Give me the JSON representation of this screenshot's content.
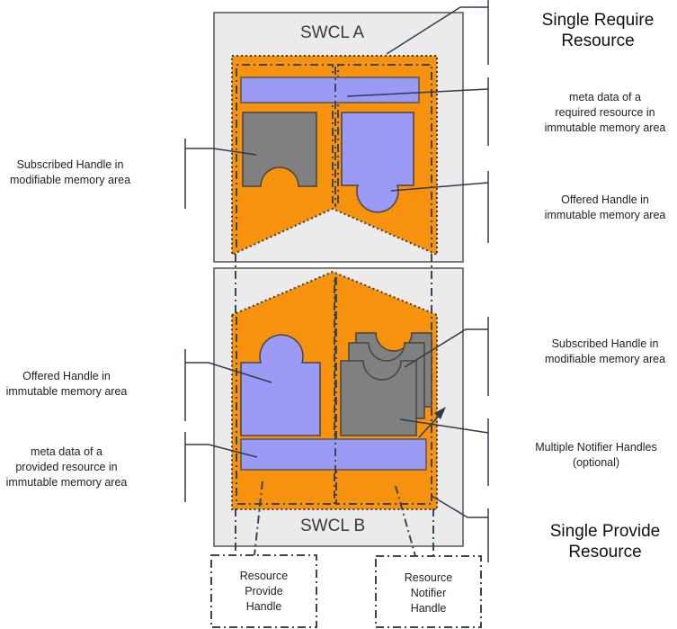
{
  "swcl_a": {
    "title": "SWCL A"
  },
  "swcl_b": {
    "title": "SWCL B"
  },
  "right_labels": {
    "single_require": [
      "Single Require",
      "Resource"
    ],
    "meta_required": [
      "meta data of a",
      "required resource in",
      "immutable memory area"
    ],
    "offered_handle_a": [
      "Offered Handle in",
      "immutable memory area"
    ],
    "subscribed_handle_b": [
      "Subscribed Handle in",
      "modifiable memory area"
    ],
    "multiple_notifier": [
      "Multiple Notifier Handles",
      "(optional)"
    ],
    "single_provide": [
      "Single Provide",
      "Resource"
    ]
  },
  "left_labels": {
    "subscribed_handle_a": [
      "Subscribed Handle in",
      "modifiable memory area"
    ],
    "offered_handle_b": [
      "Offered Handle in",
      "immutable memory area"
    ],
    "meta_provided": [
      "meta data of a",
      "provided resource in",
      "immutable memory area"
    ]
  },
  "bottom_boxes": {
    "provide_handle": [
      "Resource",
      "Provide",
      "Handle"
    ],
    "notifier_handle": [
      "Resource",
      "Notifier",
      "Handle"
    ]
  },
  "colors": {
    "orange": "#f7920f",
    "purple": "#9b9bf6",
    "gray_piece": "#808080",
    "panel": "#ebebeb",
    "line": "#2f3b48"
  }
}
